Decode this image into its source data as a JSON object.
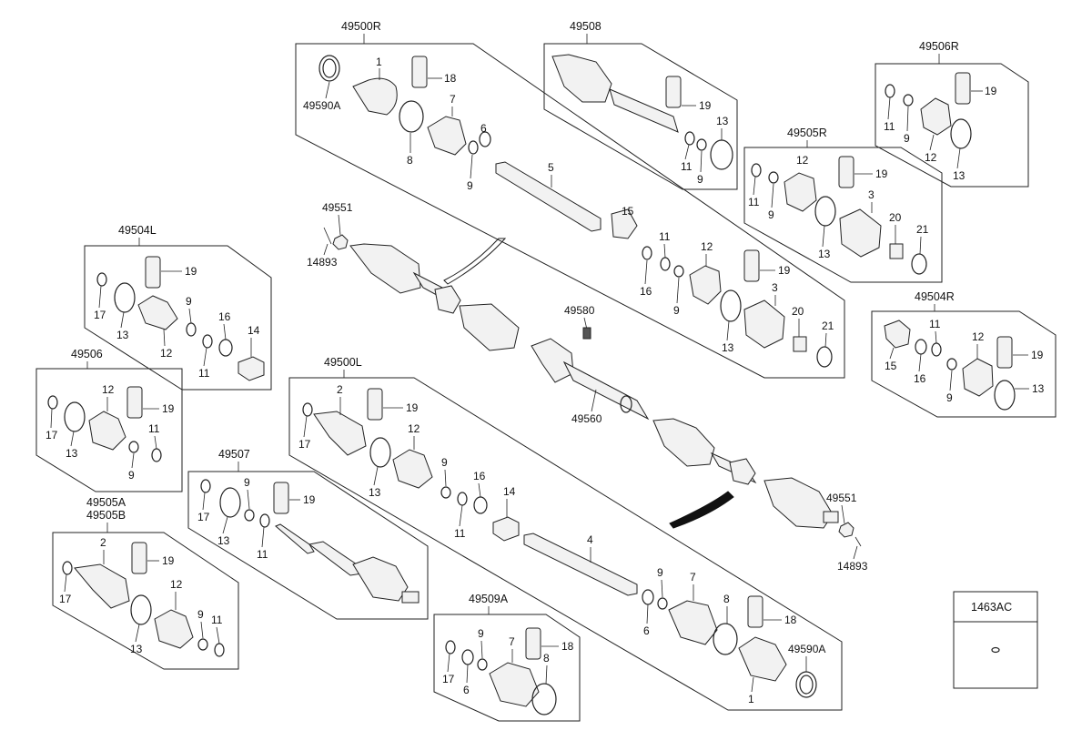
{
  "groups": {
    "g49500R": "49500R",
    "g49508": "49508",
    "g49506R": "49506R",
    "g49505R": "49505R",
    "g49504L": "49504L",
    "g49504R": "49504R",
    "g49506": "49506",
    "g49500L": "49500L",
    "g49507": "49507",
    "g49505A": "49505A",
    "g49505B": "49505B",
    "g49509A": "49509A",
    "g1463AC": "1463AC"
  },
  "parts": {
    "p49590A": "49590A",
    "p49551": "49551",
    "p14893": "14893",
    "p49580": "49580",
    "p49560": "49560",
    "n1": "1",
    "n2": "2",
    "n3": "3",
    "n4": "4",
    "n5": "5",
    "n6": "6",
    "n7": "7",
    "n8": "8",
    "n9": "9",
    "n11": "11",
    "n12": "12",
    "n13": "13",
    "n14": "14",
    "n15": "15",
    "n16": "16",
    "n17": "17",
    "n18": "18",
    "n19": "19",
    "n20": "20",
    "n21": "21"
  }
}
